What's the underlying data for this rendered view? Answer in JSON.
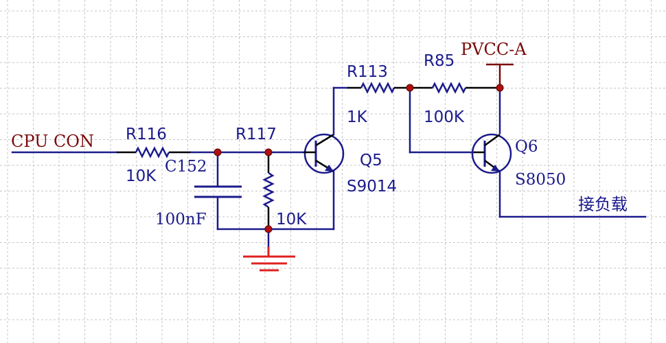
{
  "nets": {
    "input": "CPU  CON",
    "power": "PVCC-A",
    "output": "接负载"
  },
  "components": {
    "r116": {
      "ref": "R116",
      "value": "10K"
    },
    "r117": {
      "ref": "R117",
      "value": "10K"
    },
    "c152": {
      "ref": "C152",
      "value": "100nF"
    },
    "r113": {
      "ref": "R113",
      "value": "1K"
    },
    "r85": {
      "ref": "R85",
      "value": "100K"
    },
    "q5": {
      "ref": "Q5",
      "value": "S9014"
    },
    "q6": {
      "ref": "Q6",
      "value": "S8050"
    }
  },
  "colors": {
    "wire": "#1a1a8c",
    "net_label": "#7a0a0a",
    "ground": "#e02020",
    "junction": "#b01010",
    "grid": "#c4c4c4"
  }
}
